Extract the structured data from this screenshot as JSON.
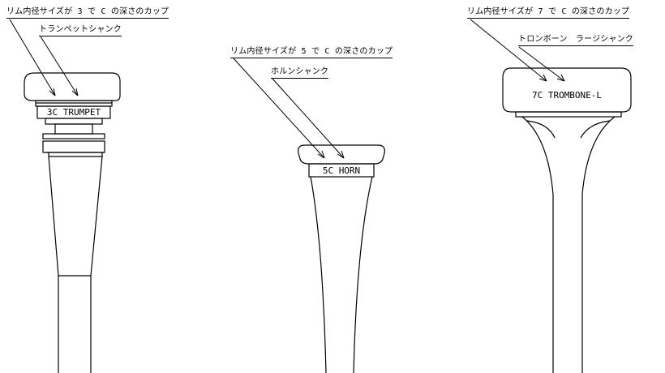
{
  "mouthpieces": [
    {
      "cup_callout": "リム内径サイズが 3 で C の深さのカップ",
      "shank_callout": "トランペットシャンク",
      "engraving": "3C TRUMPET"
    },
    {
      "cup_callout": "リム内径サイズが 5 で C の深さのカップ",
      "shank_callout": "ホルンシャンク",
      "engraving": "5C HORN"
    },
    {
      "cup_callout": "リム内径サイズが 7 で C の深さのカップ",
      "shank_callout": "トロンボーン　ラージシャンク",
      "engraving": "7C TROMBONE-L"
    }
  ]
}
